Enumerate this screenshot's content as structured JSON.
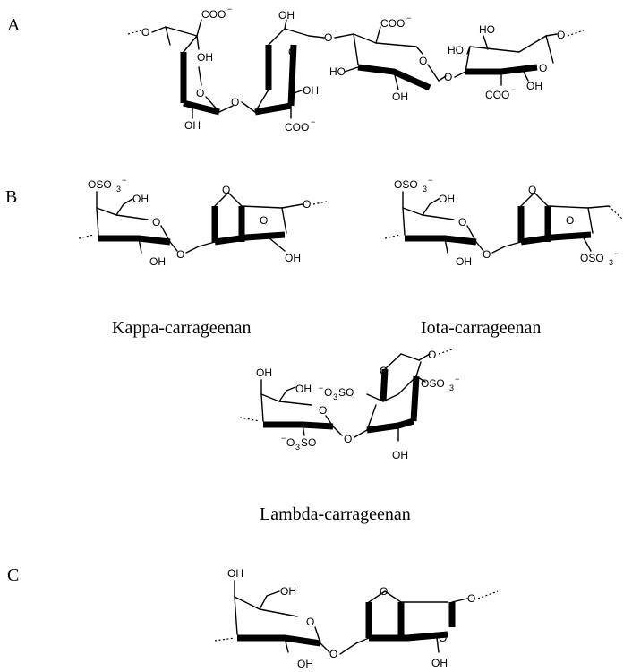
{
  "panels": {
    "a": {
      "letter": "A"
    },
    "b": {
      "letter": "B",
      "kappa_caption": "Kappa-carrageenan",
      "iota_caption": "Iota-carrageenan",
      "lambda_caption": "Lambda-carrageenan"
    },
    "c": {
      "letter": "C"
    }
  },
  "labels": {
    "coo": "COO",
    "minus": "−",
    "oh": "OH",
    "ho": "HO",
    "o": "O",
    "oso3": "OSO",
    "three": "3",
    "o3so": "O",
    "so": "SO"
  }
}
